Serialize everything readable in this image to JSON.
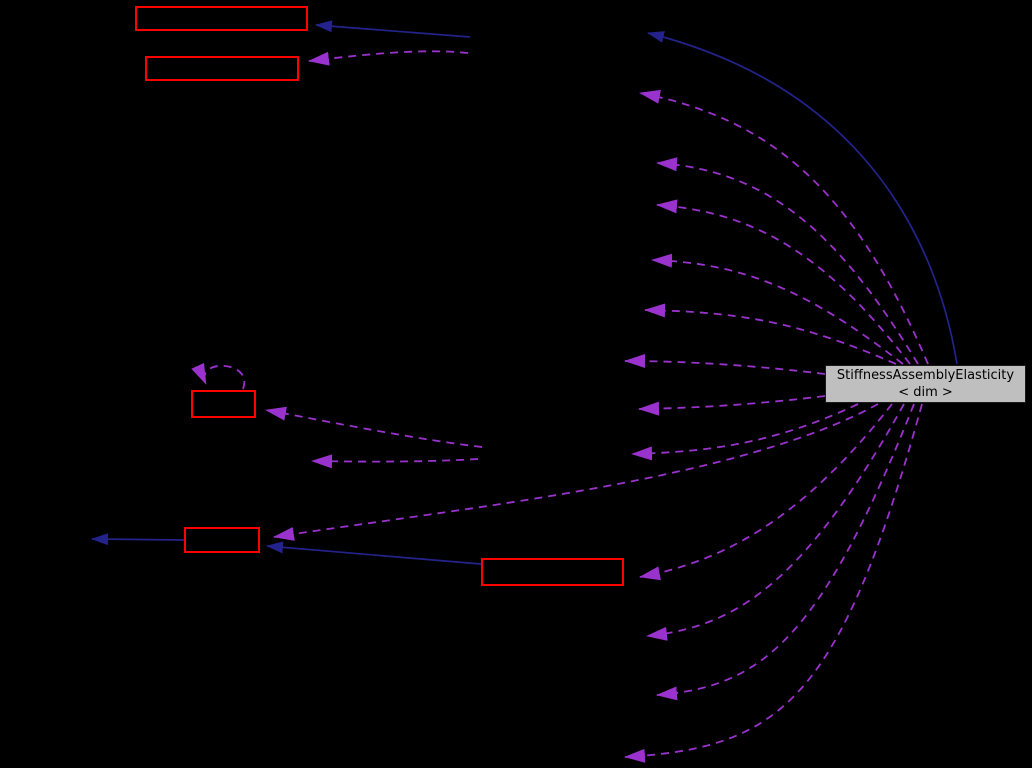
{
  "diagram": {
    "type": "doxygen-collaboration-graph",
    "main_node": {
      "label_line1": "StiffnessAssemblyElasticity",
      "label_line2": "< dim >"
    },
    "colors": {
      "background": "#000000",
      "node_fill": "#bfbfbf",
      "node_text": "#000000",
      "red_box_border": "#ff0000",
      "inheritance_edge": "#23238b",
      "usage_edge": "#9a32cd"
    },
    "legend": {
      "solid_edge_meaning": "inheritance-edge",
      "dashed_edge_meaning": "usage-edge"
    }
  }
}
